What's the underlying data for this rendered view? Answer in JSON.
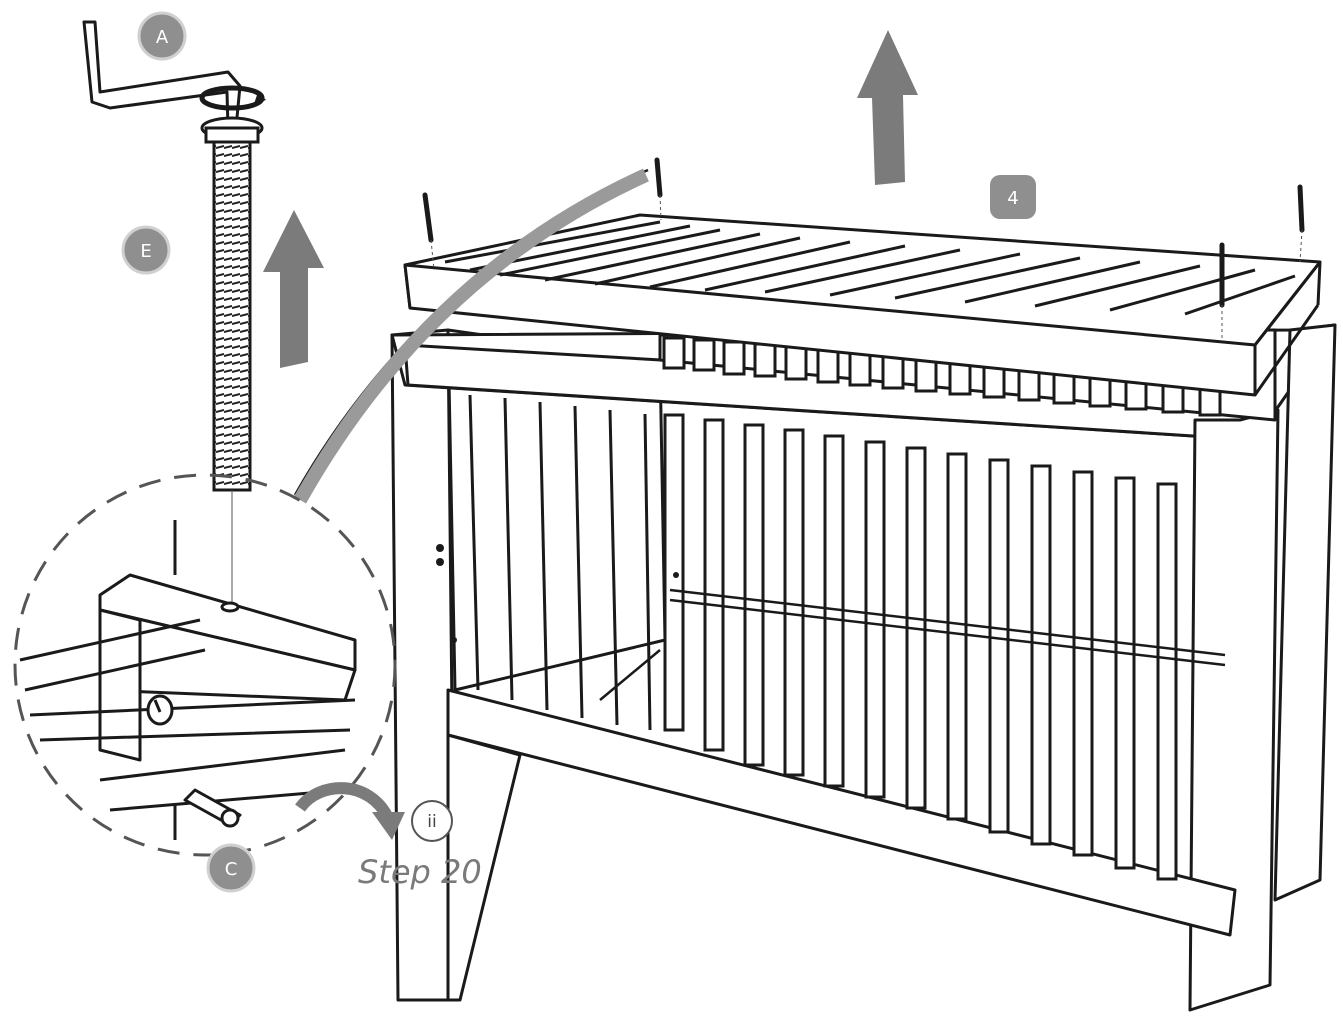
{
  "labels": {
    "allen_key": "A",
    "bolt": "E",
    "barrel_nut": "C",
    "screws_count": "4",
    "sub_step": "ii"
  },
  "step_text": "Step 20",
  "colors": {
    "badge": "#8f8f8f",
    "arrow": "#7b7b7b",
    "line": "#1a1a1a"
  }
}
